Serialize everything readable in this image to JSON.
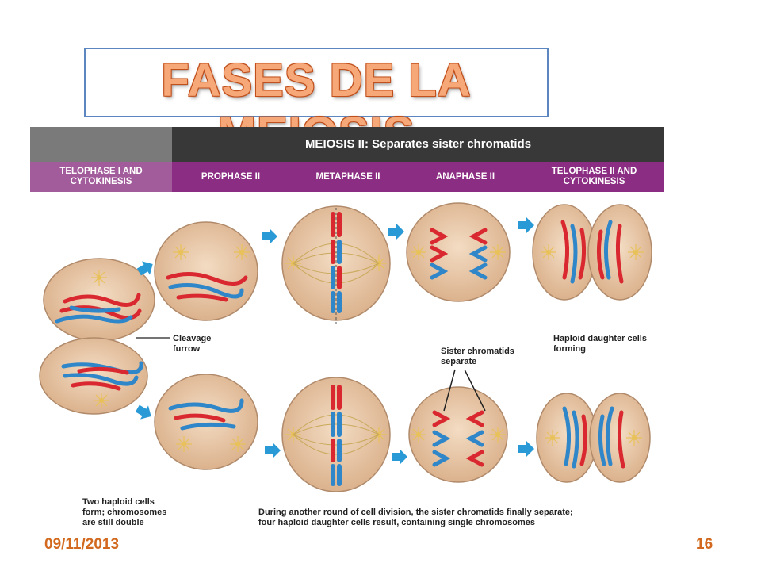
{
  "title": "FASES DE LA MEIOSIS",
  "header": {
    "meiosis2_label": "MEIOSIS II: Separates sister chromatids"
  },
  "phases": [
    {
      "label": "TELOPHASE I AND\nCYTOKINESIS"
    },
    {
      "label": "PROPHASE II"
    },
    {
      "label": "METAPHASE II"
    },
    {
      "label": "ANAPHASE II"
    },
    {
      "label": "TELOPHASE II AND\nCYTOKINESIS"
    }
  ],
  "annotations": {
    "cleavage": "Cleavage\nfurrow",
    "sister": "Sister chromatids\nseparate",
    "haploid_forming": "Haploid daughter cells\nforming",
    "two_haploid": "Two haploid cells\nform; chromosomes\nare still double",
    "bottom_caption": "During another round of cell division, the sister chromatids finally separate;\nfour haploid daughter cells result, containing single chromosomes"
  },
  "footer": {
    "date": "09/11/2013",
    "page": "16"
  },
  "colors": {
    "cell": "#e9c9a8",
    "cell_edge": "#b08a6a",
    "red": "#d9282f",
    "blue": "#2f86c8",
    "arrow": "#2a9ad6",
    "purple": "#8b2d82"
  }
}
